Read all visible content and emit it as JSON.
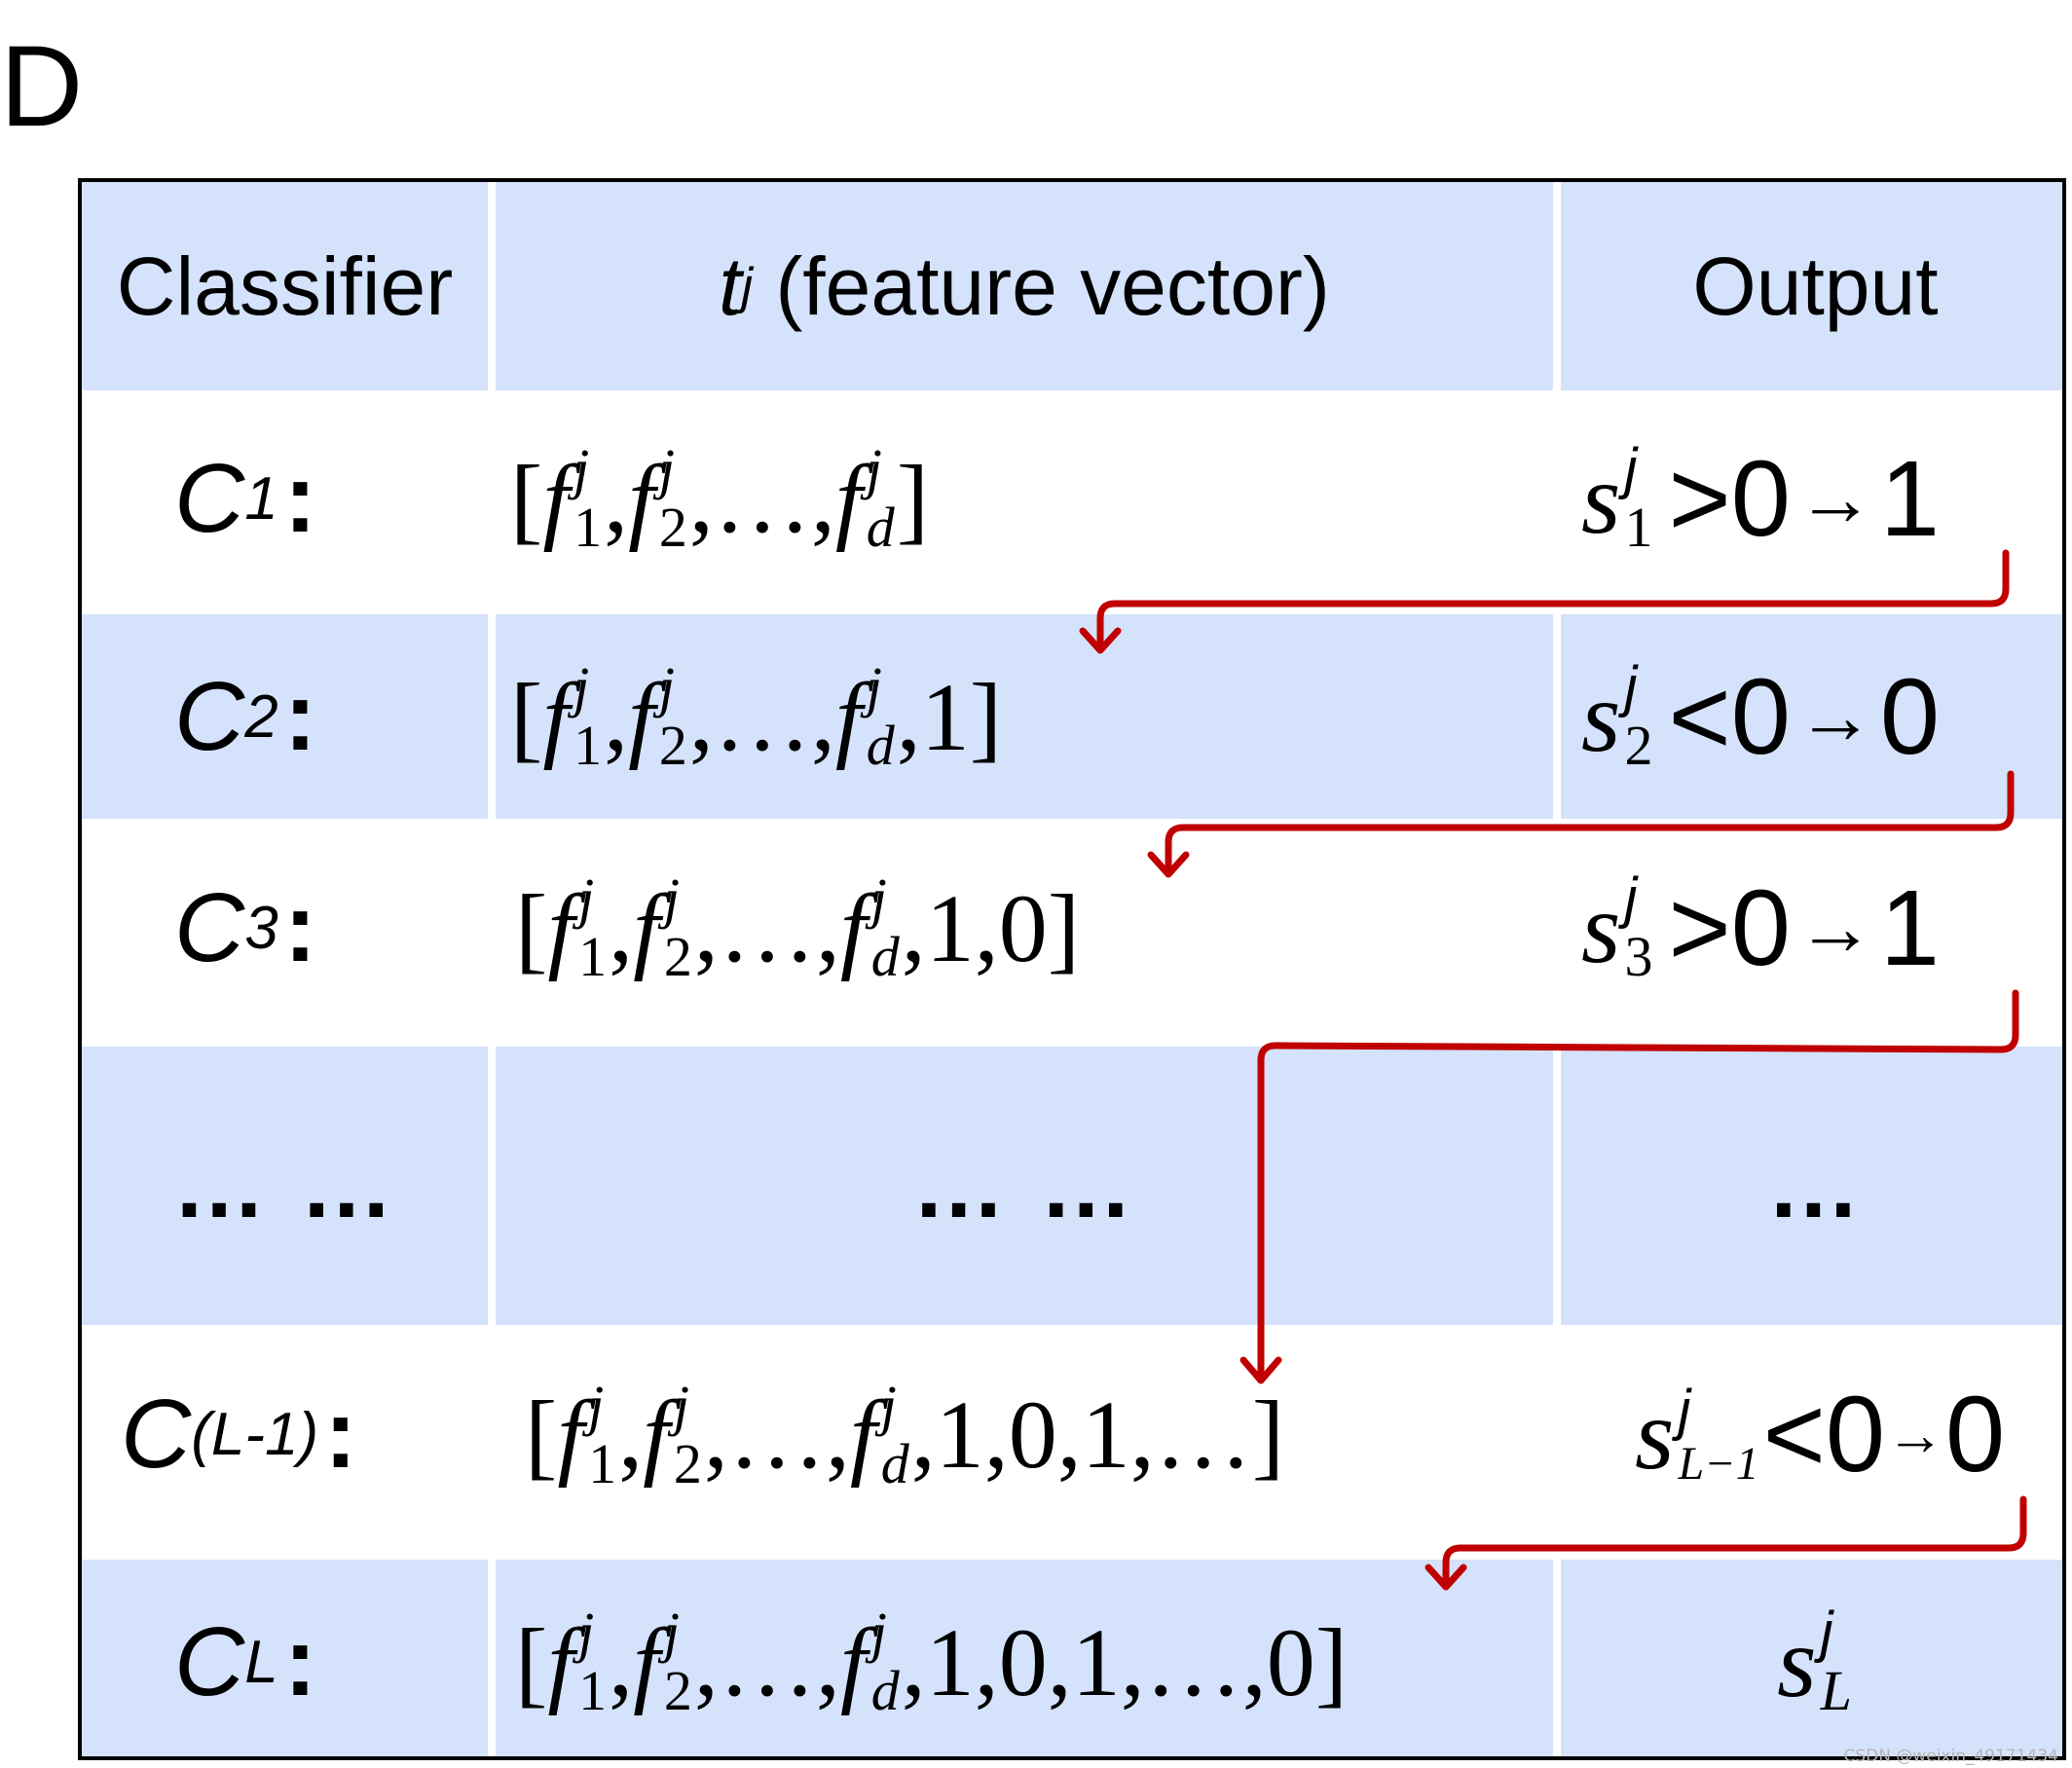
{
  "panel_label": "D",
  "header": {
    "classifier": "Classifier",
    "feature_t": "t",
    "feature_sub": "j",
    "feature_rest": " (feature vector)",
    "output": "Output"
  },
  "rows": [
    {
      "c_name": "C",
      "c_sub": "1",
      "colon": ":",
      "vec_extra": "]",
      "s_sub": "1",
      "op": ">0",
      "arrow": "→",
      "result": "1"
    },
    {
      "c_name": "C",
      "c_sub": "2",
      "colon": ":",
      "vec_extra": ",1]",
      "s_sub": "2",
      "op": "<0",
      "arrow": "→",
      "result": "0"
    },
    {
      "c_name": "C",
      "c_sub": "3",
      "colon": ":",
      "vec_extra": ",1,0]",
      "s_sub": "3",
      "op": ">0",
      "arrow": "→",
      "result": "1"
    },
    {
      "dots_left": "… …",
      "dots_mid": "… …",
      "dots_right": "…"
    },
    {
      "c_name": "C",
      "c_sub": "(L-1)",
      "colon": ":",
      "vec_extra": ",1,0,1,…]",
      "s_sub": "L−1",
      "op": "<0",
      "arrow": "→",
      "result": "0"
    },
    {
      "c_name": "C",
      "c_sub": "L",
      "colon": ":",
      "vec_extra": ",1,0,1,…,0]",
      "s_sub": "L"
    }
  ],
  "vector": {
    "open": "[",
    "f": "f",
    "sup": "j",
    "sub1": "1",
    "sub2": "2",
    "subd": "d",
    "sep": ",",
    "ellipsis": ",…,"
  },
  "s_symbol": "s",
  "s_sup": "j",
  "arrow_color": "#c00000",
  "cell_blue": "#d5e2fb",
  "watermark": "CSDN @weixin_49171434"
}
